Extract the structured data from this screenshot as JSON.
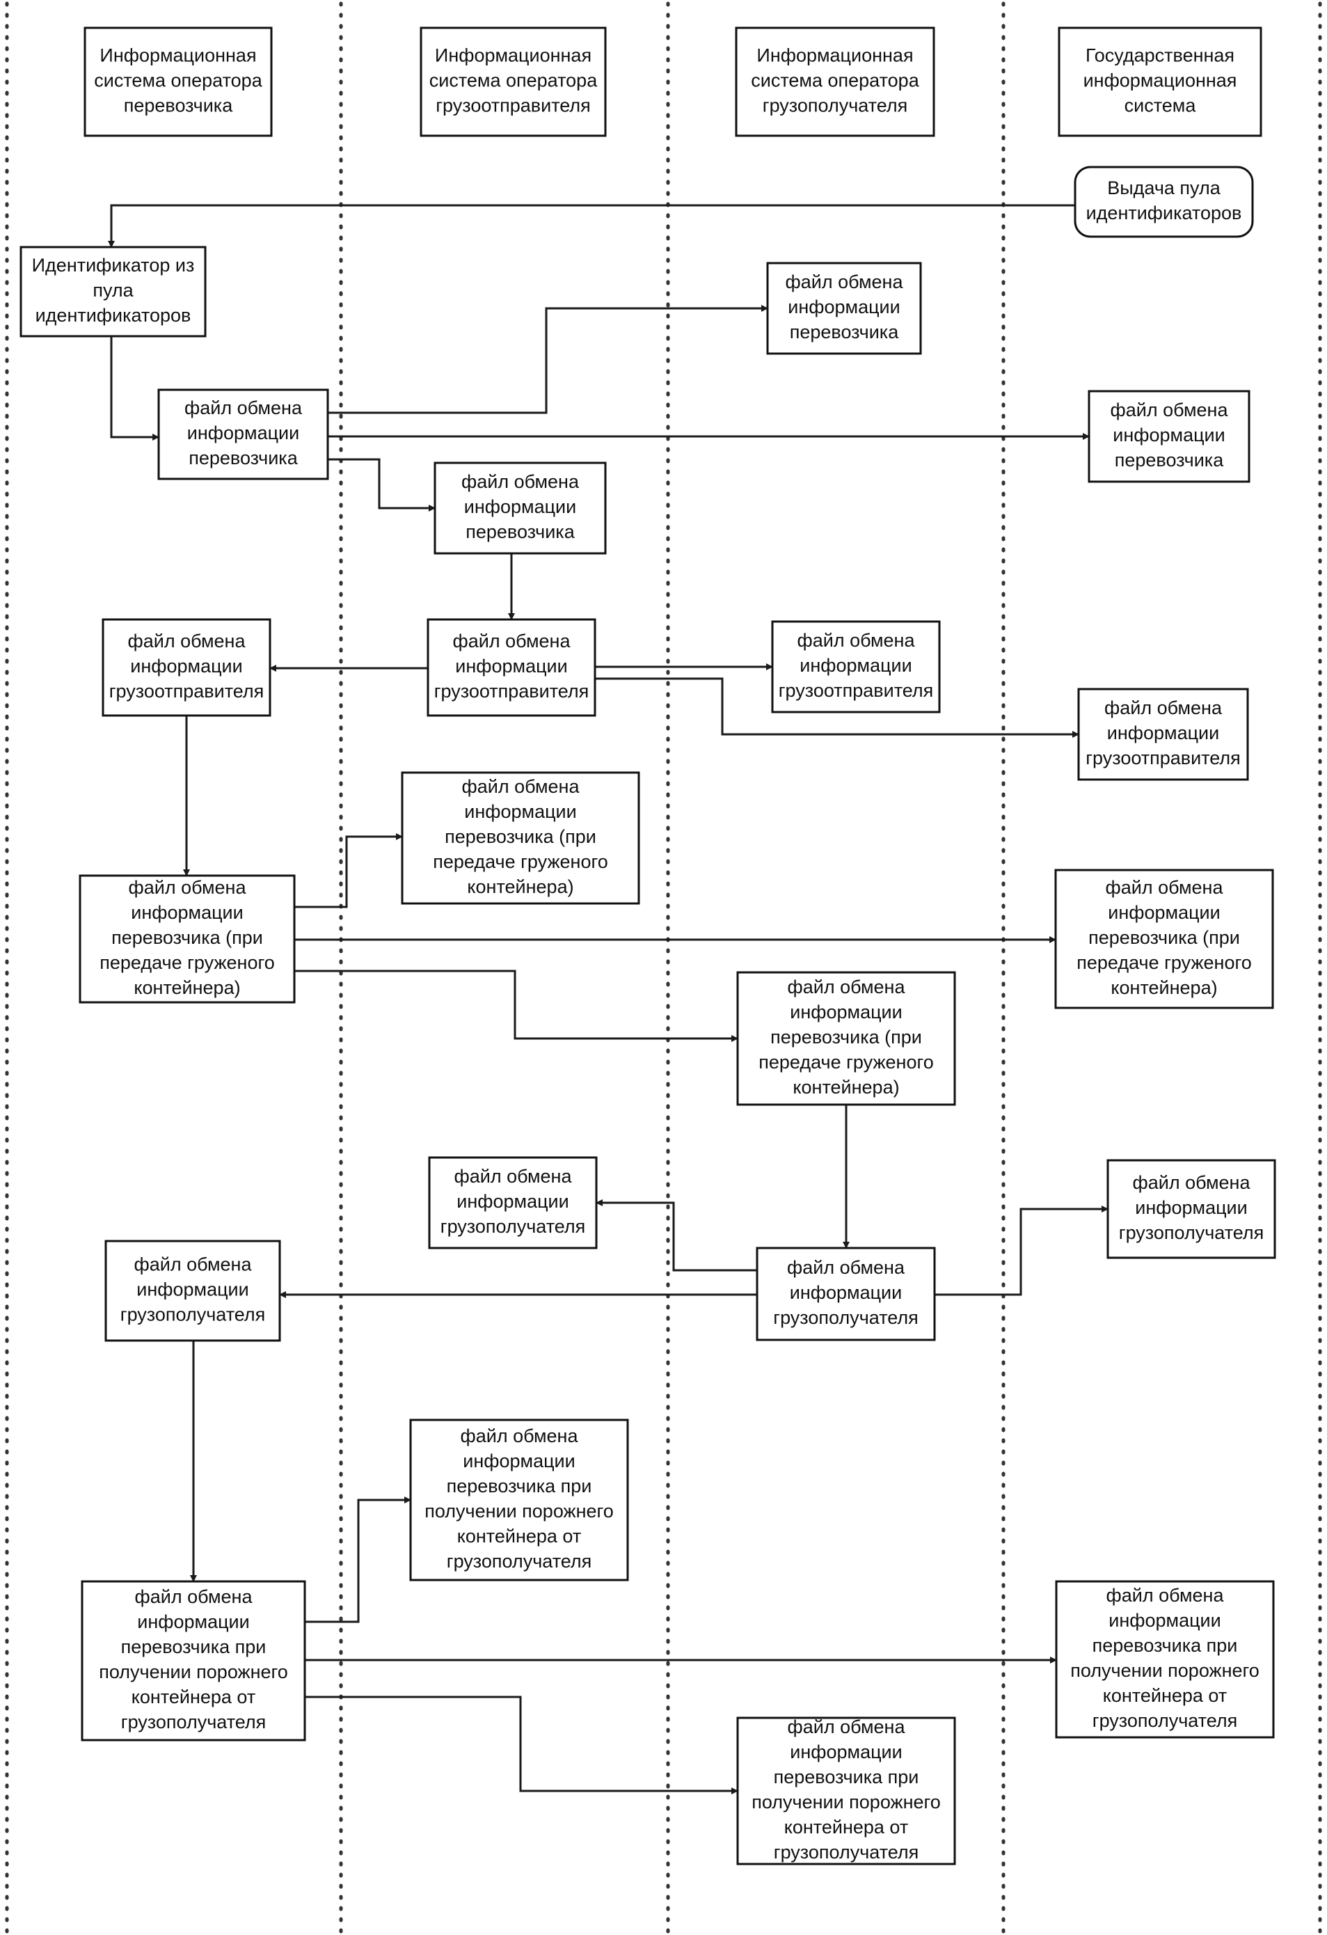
{
  "diagram": {
    "lanes": [
      {
        "id": "lane-carrier",
        "label": [
          "Информационная",
          "система оператора",
          "перевозчика"
        ]
      },
      {
        "id": "lane-shipper",
        "label": [
          "Информационная",
          "система оператора",
          "грузоотправителя"
        ]
      },
      {
        "id": "lane-consignee",
        "label": [
          "Информационная",
          "система оператора",
          "грузополучателя"
        ]
      },
      {
        "id": "lane-state",
        "label": [
          "Государственная",
          "информационная",
          "система"
        ]
      }
    ],
    "nodes": [
      {
        "id": "issue-pool",
        "shape": "rounded",
        "lines": [
          "Выдача пула",
          "идентификаторов"
        ]
      },
      {
        "id": "pool-identifier",
        "lines": [
          "Идентификатор из",
          "пула",
          "идентификаторов"
        ]
      },
      {
        "id": "carrier-file-1",
        "lines": [
          "файл обмена",
          "информации",
          "перевозчика"
        ]
      },
      {
        "id": "carrier-file-consignee",
        "lines": [
          "файл обмена",
          "информации",
          "перевозчика"
        ]
      },
      {
        "id": "carrier-file-state",
        "lines": [
          "файл обмена",
          "информации",
          "перевозчика"
        ]
      },
      {
        "id": "carrier-file-shipper",
        "lines": [
          "файл обмена",
          "информации",
          "перевозчика"
        ]
      },
      {
        "id": "shipper-file-1",
        "lines": [
          "файл обмена",
          "информации",
          "грузоотправителя"
        ]
      },
      {
        "id": "shipper-file-carrier",
        "lines": [
          "файл обмена",
          "информации",
          "грузоотправителя"
        ]
      },
      {
        "id": "shipper-file-consignee",
        "lines": [
          "файл обмена",
          "информации",
          "грузоотправителя"
        ]
      },
      {
        "id": "shipper-file-state",
        "lines": [
          "файл обмена",
          "информации",
          "грузоотправителя"
        ]
      },
      {
        "id": "loaded-carrier",
        "lines": [
          "файл обмена",
          "информации",
          "перевозчика (при",
          "передаче груженого",
          "контейнера)"
        ]
      },
      {
        "id": "loaded-shipper",
        "lines": [
          "файл обмена",
          "информации",
          "перевозчика (при",
          "передаче груженого",
          "контейнера)"
        ]
      },
      {
        "id": "loaded-state",
        "lines": [
          "файл обмена",
          "информации",
          "перевозчика (при",
          "передаче груженого",
          "контейнера)"
        ]
      },
      {
        "id": "loaded-consignee",
        "lines": [
          "файл обмена",
          "информации",
          "перевозчика (при",
          "передаче груженого",
          "контейнера)"
        ]
      },
      {
        "id": "consignee-file-shipper",
        "lines": [
          "файл обмена",
          "информации",
          "грузополучателя"
        ]
      },
      {
        "id": "consignee-file-state",
        "lines": [
          "файл обмена",
          "информации",
          "грузополучателя"
        ]
      },
      {
        "id": "consignee-file-carrier",
        "lines": [
          "файл обмена",
          "информации",
          "грузополучателя"
        ]
      },
      {
        "id": "consignee-file-1",
        "lines": [
          "файл обмена",
          "информации",
          "грузополучателя"
        ]
      },
      {
        "id": "empty-shipper",
        "lines": [
          "файл обмена",
          "информации",
          "перевозчика при",
          "получении порожнего",
          "контейнера от",
          "грузополучателя"
        ]
      },
      {
        "id": "empty-carrier",
        "lines": [
          "файл обмена",
          "информации",
          "перевозчика при",
          "получении порожнего",
          "контейнера от",
          "грузополучателя"
        ]
      },
      {
        "id": "empty-state",
        "lines": [
          "файл обмена",
          "информации",
          "перевозчика при",
          "получении порожнего",
          "контейнера от",
          "грузополучателя"
        ]
      },
      {
        "id": "empty-consignee",
        "lines": [
          "файл обмена",
          "информации",
          "перевозчика при",
          "получении порожнего",
          "контейнера от",
          "грузополучателя"
        ]
      }
    ],
    "edges": [
      {
        "from": "issue-pool",
        "to": "pool-identifier"
      },
      {
        "from": "pool-identifier",
        "to": "carrier-file-1"
      },
      {
        "from": "carrier-file-1",
        "to": "carrier-file-consignee"
      },
      {
        "from": "carrier-file-1",
        "to": "carrier-file-state"
      },
      {
        "from": "carrier-file-1",
        "to": "carrier-file-shipper"
      },
      {
        "from": "carrier-file-shipper",
        "to": "shipper-file-1"
      },
      {
        "from": "shipper-file-1",
        "to": "shipper-file-carrier"
      },
      {
        "from": "shipper-file-1",
        "to": "shipper-file-consignee"
      },
      {
        "from": "shipper-file-1",
        "to": "shipper-file-state"
      },
      {
        "from": "shipper-file-carrier",
        "to": "loaded-carrier"
      },
      {
        "from": "loaded-carrier",
        "to": "loaded-shipper"
      },
      {
        "from": "loaded-carrier",
        "to": "loaded-state"
      },
      {
        "from": "loaded-carrier",
        "to": "loaded-consignee"
      },
      {
        "from": "loaded-consignee",
        "to": "consignee-file-1"
      },
      {
        "from": "consignee-file-1",
        "to": "consignee-file-shipper"
      },
      {
        "from": "consignee-file-1",
        "to": "consignee-file-carrier"
      },
      {
        "from": "consignee-file-1",
        "to": "consignee-file-state"
      },
      {
        "from": "consignee-file-carrier",
        "to": "empty-carrier"
      },
      {
        "from": "empty-carrier",
        "to": "empty-shipper"
      },
      {
        "from": "empty-carrier",
        "to": "empty-state"
      },
      {
        "from": "empty-carrier",
        "to": "empty-consignee"
      }
    ]
  }
}
